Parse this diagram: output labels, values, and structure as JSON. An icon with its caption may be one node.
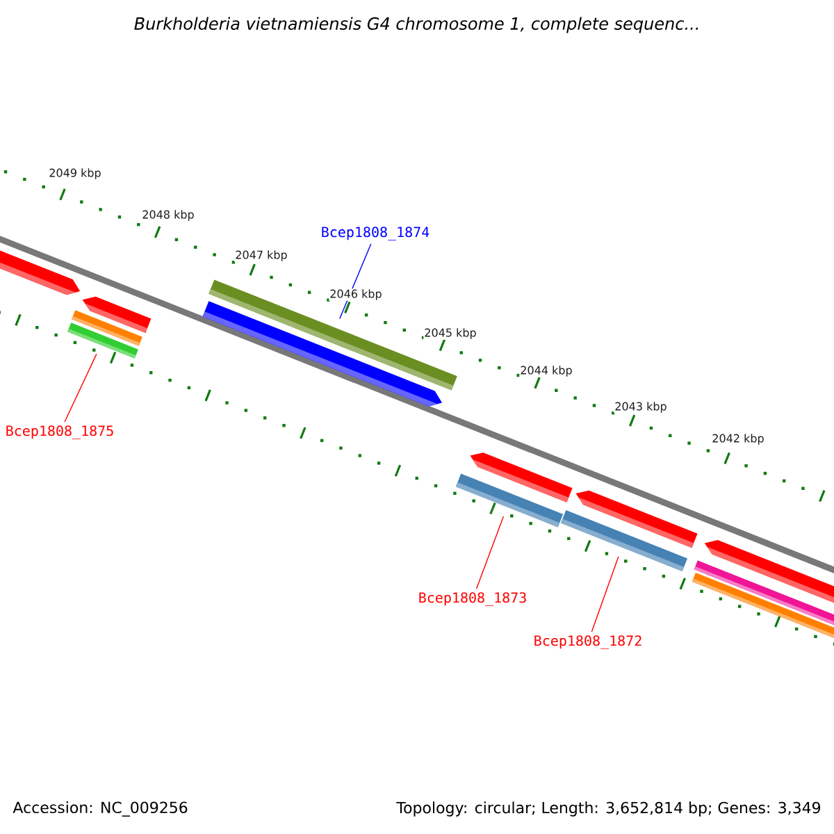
{
  "diagram": {
    "title": "Burkholderia vietnamiensis G4 chromosome 1, complete sequenc...",
    "nodes": [
      {
        "text": [
          "Bcep1808_1874"
        ]
      },
      {
        "text": [
          "Bcep1808_1875"
        ]
      },
      {
        "text": [
          "Bcep1808_1873"
        ]
      },
      {
        "text": [
          "Bcep1808_1872"
        ]
      },
      {
        "text": [],
        "shape": "bar"
      },
      {
        "text": [],
        "shape": "bar"
      },
      {
        "text": [],
        "shape": "bar"
      },
      {
        "text": [],
        "shape": "bar"
      }
    ],
    "edges": [
      {
        "from": 0,
        "to": 4,
        "arrow": "none",
        "color": "#0000ff"
      },
      {
        "from": 1,
        "to": 5,
        "arrow": "none"
      },
      {
        "from": 2,
        "to": 6,
        "arrow": "none"
      },
      {
        "from": 3,
        "to": 7,
        "arrow": "none"
      }
    ],
    "labels": [
      "2049 kbp",
      "2048 kbp",
      "2047 kbp",
      "2046 kbp",
      "2045 kbp",
      "2044 kbp",
      "2043 kbp",
      "2042 kbp",
      "Accession: NC_009256",
      "Topology: circular; Length: 3,652,814 bp; Genes: 3,349"
    ]
  }
}
